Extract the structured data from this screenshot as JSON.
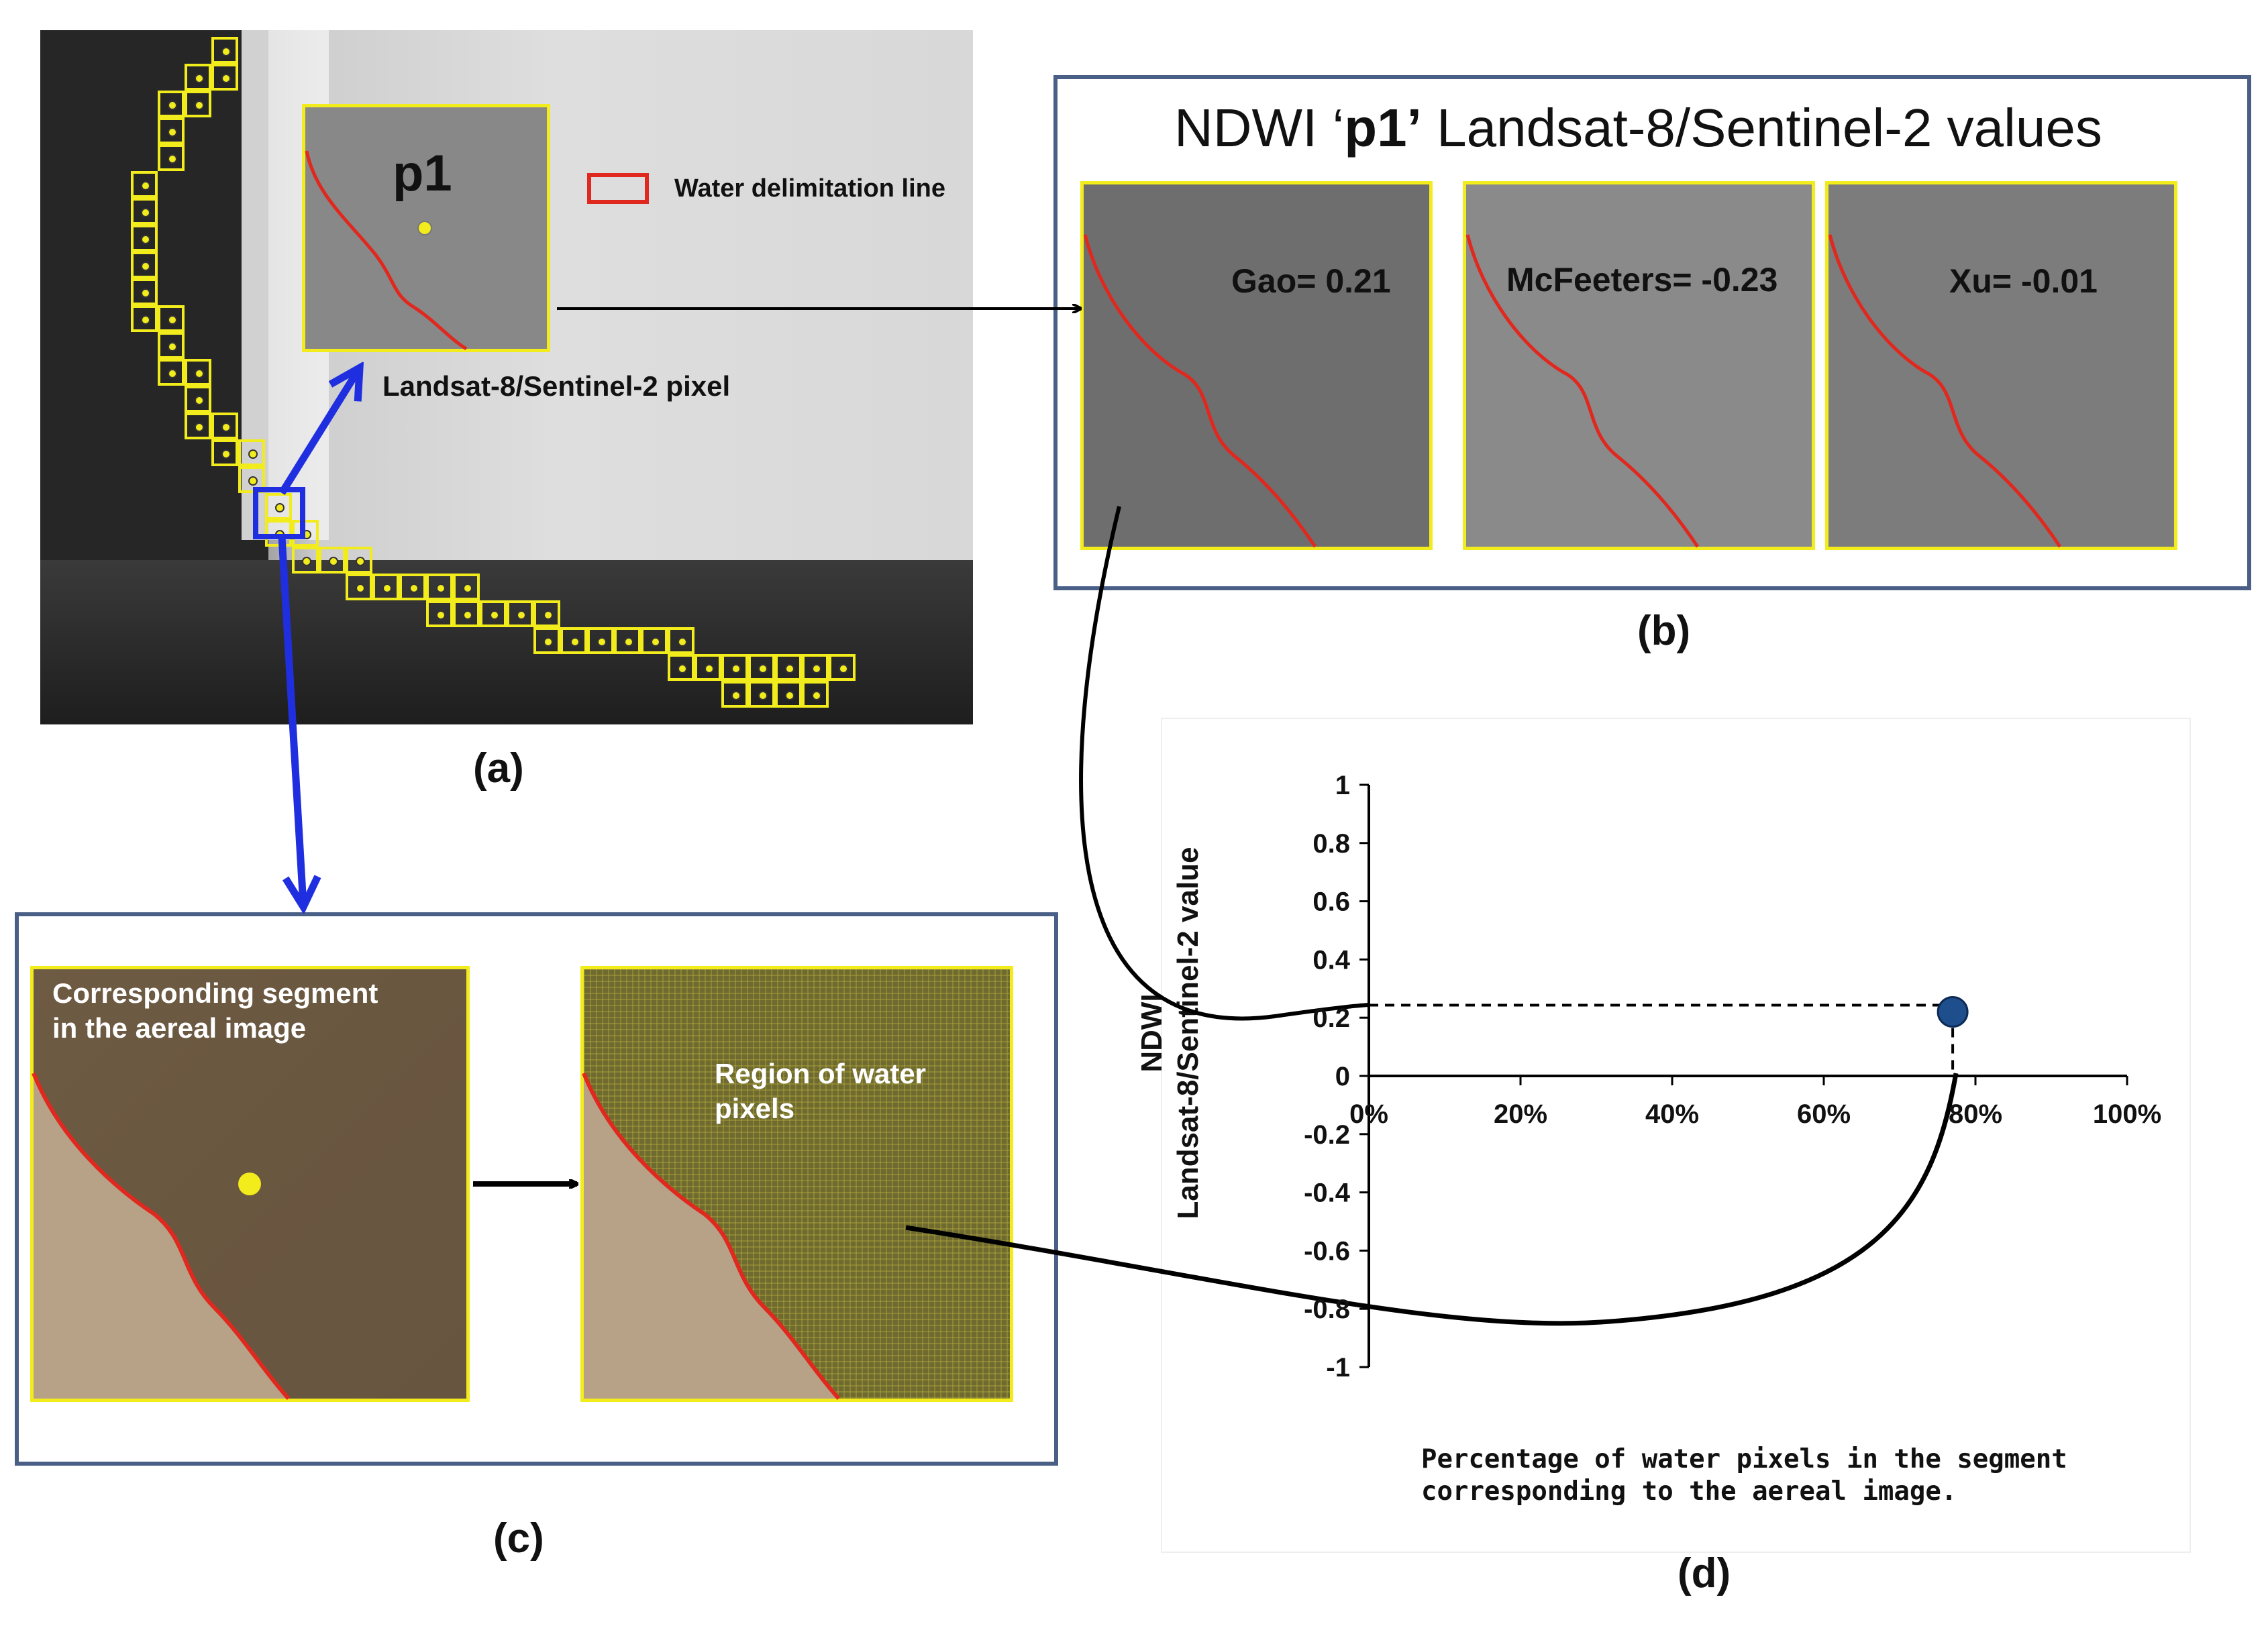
{
  "panel_a": {
    "caption": "(a)",
    "inset_label": "p1",
    "legend_label": "Water delimitation  line",
    "pixel_label": "Landsat-8/Sentinel-2 pixel"
  },
  "panel_b": {
    "caption": "(b)",
    "title_prefix": "NDWI ‘",
    "title_bold": "p1’",
    "title_suffix": " Landsat-8/Sentinel-2 values",
    "values": [
      {
        "label": "Gao= 0.21"
      },
      {
        "label": "McFeeters= -0.23"
      },
      {
        "label": "Xu= -0.01"
      }
    ]
  },
  "panel_c": {
    "caption": "(c)",
    "segment_label_1": "Corresponding segment",
    "segment_label_2": "in the  aereal image",
    "water_label_1": "Region of water",
    "water_label_2": "pixels"
  },
  "panel_d": {
    "caption": "(d)",
    "footnote_1": "Percentage of water pixels in the segment",
    "footnote_2": "corresponding to the aereal image."
  },
  "chart_data": {
    "type": "scatter",
    "ylabel_line1": "NDWI",
    "ylabel_line2": "Landsat-8/Sentinel-2 value",
    "xlim": [
      0,
      100
    ],
    "ylim": [
      -1,
      1
    ],
    "x_ticks": [
      "0%",
      "20%",
      "40%",
      "60%",
      "80%",
      "100%"
    ],
    "y_ticks": [
      "1",
      "0.8",
      "0.6",
      "0.4",
      "0.2",
      "0",
      "-0.2",
      "-0.4",
      "-0.6",
      "-0.8",
      "-1"
    ],
    "points": [
      {
        "x": 77,
        "y": 0.22
      }
    ],
    "colors": {
      "point": "#1f4e8c"
    }
  },
  "colors": {
    "frame": "#4a5f86",
    "highlight": "#f2ec1c",
    "delimitation": "#e0281e",
    "arrow_blue": "#1f2fe0"
  }
}
